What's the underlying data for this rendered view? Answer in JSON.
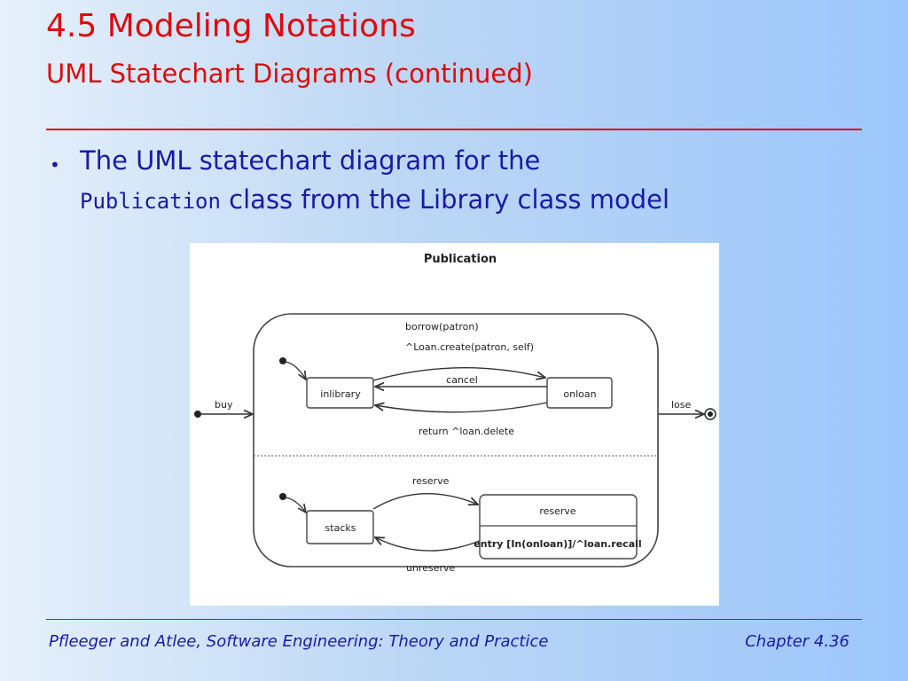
{
  "slide": {
    "title": "4.5 Modeling Notations",
    "subtitle": "UML Statechart Diagrams (continued)",
    "bullet_symbol": "•",
    "bullet_line1": "The UML statechart diagram for the",
    "bullet_code": "Publication",
    "bullet_line2_rest": " class from the Library class model"
  },
  "diagram": {
    "title": "Publication",
    "states": {
      "inlibrary": "inlibrary",
      "onloan": "onloan",
      "stacks": "stacks",
      "reserve": "reserve",
      "reserve_entry": "entry [In(onloan)]/^loan.recall"
    },
    "transitions": {
      "borrow_line1": "borrow(patron)",
      "borrow_line2": "^Loan.create(patron, self)",
      "cancel": "cancel",
      "return": "return ^loan.delete",
      "buy": "buy",
      "lose": "lose",
      "reserve": "reserve",
      "unreserve": "unreserve"
    }
  },
  "footer": {
    "left": "Pfleeger and Atlee, Software Engineering: Theory and Practice",
    "right": "Chapter 4.36"
  },
  "colors": {
    "title": "#dd0a0a",
    "body_text": "#1a1aa6"
  }
}
